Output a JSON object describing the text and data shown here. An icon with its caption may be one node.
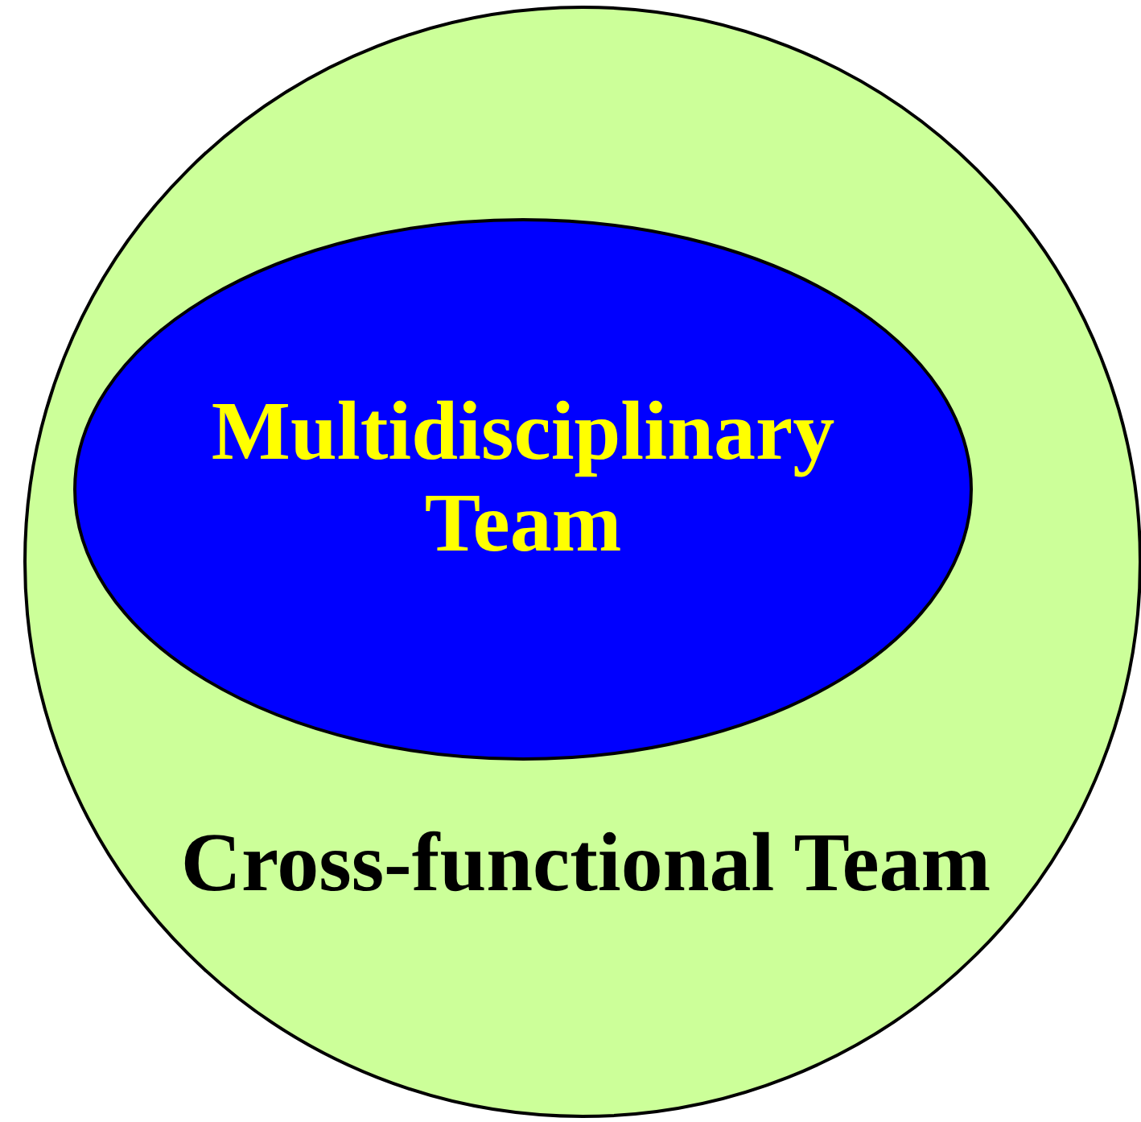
{
  "diagram": {
    "nodes": [
      {
        "text": [
          "Cross-functional Team"
        ]
      },
      {
        "text": [
          "Multidisciplinary Team"
        ],
        "in": 0
      }
    ]
  }
}
